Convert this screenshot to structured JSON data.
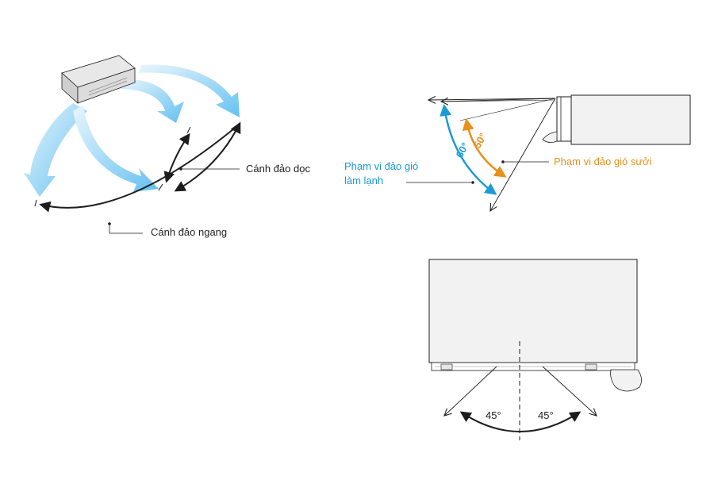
{
  "colors": {
    "cool": "#1a9ad6",
    "warm": "#e8901a",
    "airflow_light": "#d8effb",
    "airflow_dark": "#6cc4f1",
    "line": "#1d1d1d",
    "unit_fill": "#f2f2f2"
  },
  "swing_diagram": {
    "label_vertical": "Cánh đảo dọc",
    "label_horizontal": "Cánh đảo ngang"
  },
  "side_diagram": {
    "label_cool_line1": "Phạm vi đảo gió",
    "label_cool_line2": "làm lạnh",
    "label_warm": "Phạm vi đảo gió sưởi",
    "angle_cool": "60°",
    "angle_warm": "50°"
  },
  "top_diagram": {
    "angle_left": "45°",
    "angle_right": "45°"
  }
}
